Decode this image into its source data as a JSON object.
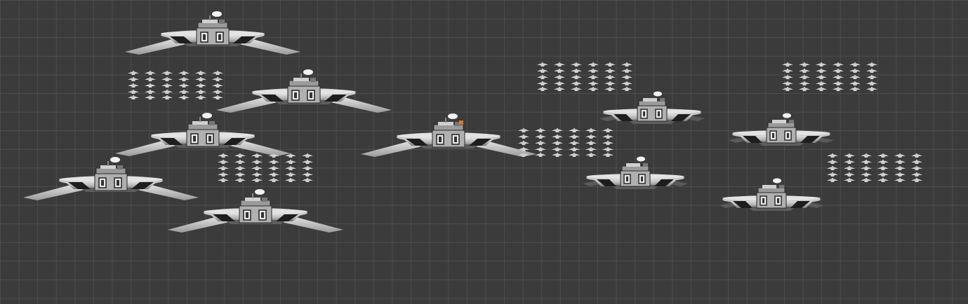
{
  "scene": {
    "type": "sprite-sheet-editor-grid",
    "background_color": "#3b3b3b",
    "grid_color": "#4a4a4a",
    "ship_colors": {
      "hull_light": "#d9d9d9",
      "hull_mid": "#a6a6a6",
      "hull_dark": "#6e6e6e",
      "accent_dark": "#1e1e1e",
      "beacon": "#f2f2f2",
      "highlight_orange": "#d8782a"
    },
    "sprites": [
      {
        "kind": "ship-large",
        "label": ""
      },
      {
        "kind": "ship-large",
        "label": ""
      },
      {
        "kind": "ship-large",
        "label": ""
      },
      {
        "kind": "ship-large",
        "label": ""
      },
      {
        "kind": "ship-large",
        "label": ""
      },
      {
        "kind": "ship-large-selected",
        "label": ""
      },
      {
        "kind": "ship-small",
        "label": ""
      },
      {
        "kind": "ship-small",
        "label": ""
      },
      {
        "kind": "ship-small",
        "label": ""
      },
      {
        "kind": "ship-small",
        "label": ""
      }
    ],
    "swarm_groups": 6
  }
}
